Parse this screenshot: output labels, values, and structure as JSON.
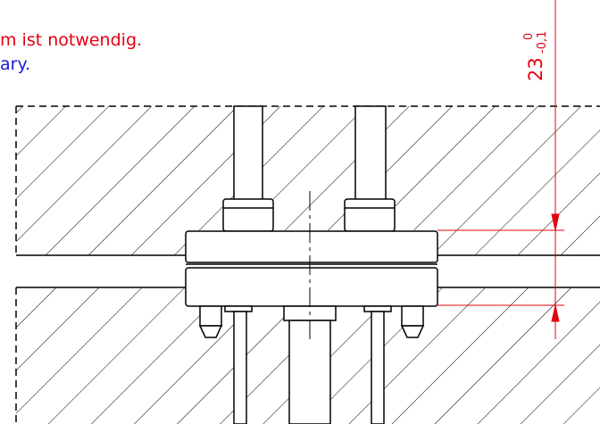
{
  "notes": {
    "german": "m ist notwendig.",
    "english": "ary."
  },
  "dimension": {
    "nominal": "23",
    "upper_tolerance": "0",
    "lower_tolerance": "-0,1"
  },
  "colors": {
    "note_german": "#e3000f",
    "note_english": "#1a1ad6",
    "dimension": "#e3000f",
    "geometry": "#000000"
  }
}
